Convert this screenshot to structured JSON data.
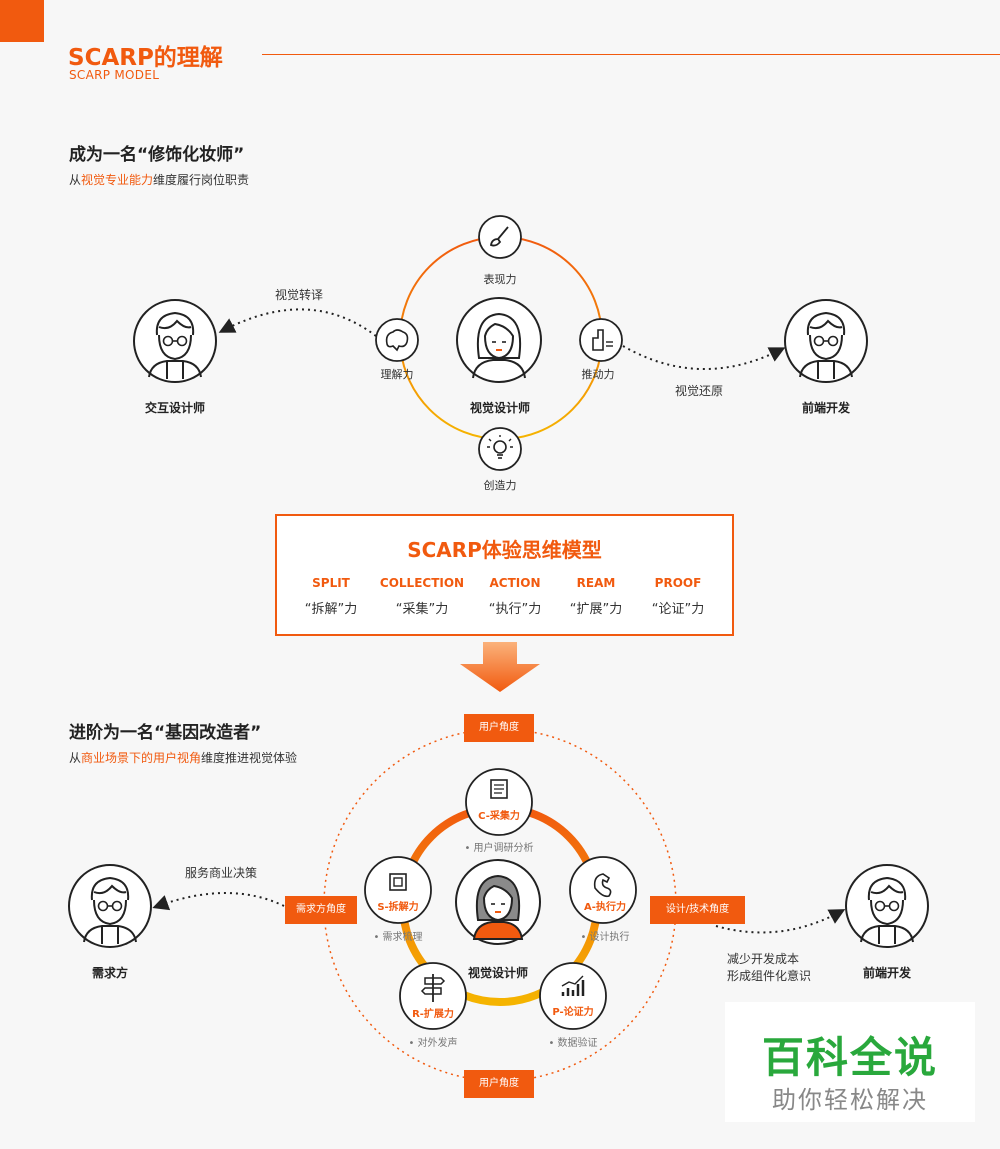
{
  "header": {
    "title": "SCARP的理解",
    "subtitle": "SCARP MODEL"
  },
  "section1": {
    "heading": "成为一名“修饰化妆师”",
    "desc_prefix": "从",
    "desc_highlight": "视觉专业能力",
    "desc_suffix": "维度履行岗位职责",
    "center_role": "视觉设计师",
    "left_role": "交互设计师",
    "right_role": "前端开发",
    "left_edge": "视觉转译",
    "right_edge": "视觉还原",
    "abilities": {
      "top": "表现力",
      "left": "理解力",
      "right": "推动力",
      "bottom": "创造力"
    }
  },
  "model": {
    "title": "SCARP体验思维模型",
    "items": [
      {
        "name": "SPLIT",
        "zh": "“拆解”力"
      },
      {
        "name": "COLLECTION",
        "zh": "“采集”力"
      },
      {
        "name": "ACTION",
        "zh": "“执行”力"
      },
      {
        "name": "REAM",
        "zh": "“扩展”力"
      },
      {
        "name": "PROOF",
        "zh": "“论证”力"
      }
    ]
  },
  "section2": {
    "heading": "进阶为一名“基因改造者”",
    "desc_prefix": "从",
    "desc_highlight": "商业场景下的用户视角",
    "desc_suffix": "维度推进视觉体验",
    "center_role": "视觉设计师",
    "left_role": "需求方",
    "right_role": "前端开发",
    "left_edge": "服务商业决策",
    "right_edge_line1": "减少开发成本",
    "right_edge_line2": "形成组件化意识",
    "tags": {
      "top": "用户角度",
      "bottom": "用户角度",
      "left": "需求方角度",
      "right": "设计/技术角度"
    },
    "skills": {
      "c": {
        "name": "C-采集力",
        "desc": "• 用户调研分析"
      },
      "s": {
        "name": "S-拆解力",
        "desc": "• 需求梳理"
      },
      "a": {
        "name": "A-执行力",
        "desc": "• 设计执行"
      },
      "r": {
        "name": "R-扩展力",
        "desc": "• 对外发声"
      },
      "p": {
        "name": "P-论证力",
        "desc": "• 数据验证"
      }
    }
  },
  "watermark": {
    "line1": "百科全说",
    "line2": "助你轻松解决"
  },
  "colors": {
    "accent": "#f15a0f",
    "gold": "#f5b400",
    "watermark_green": "#29a83c"
  },
  "icons": [
    "brush-icon",
    "brain-icon",
    "hand-icon",
    "lightbulb-icon",
    "document-icon",
    "crop-icon",
    "arm-icon",
    "signpost-icon",
    "chart-icon",
    "person-avatar-icon"
  ]
}
